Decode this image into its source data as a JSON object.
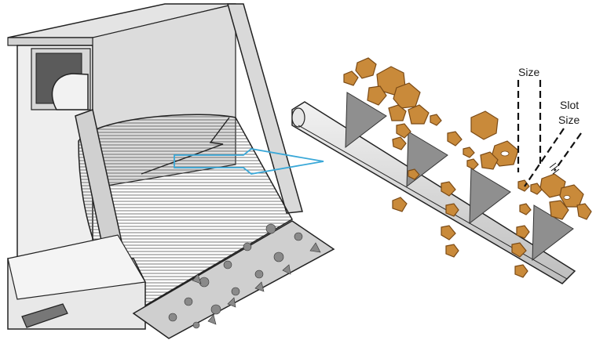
{
  "labels": {
    "size": "Size",
    "slot_line1": "Slot",
    "slot_line2": "Size"
  },
  "colors": {
    "metal_light": "#e6e6e6",
    "metal_mid": "#c9c9c9",
    "metal_dark": "#9a9a9a",
    "wedge_wire": "#8f8f8f",
    "particle": "#c98a3a",
    "particle_dark": "#7a4a16",
    "flow_arrow": "#3aa8d8"
  }
}
